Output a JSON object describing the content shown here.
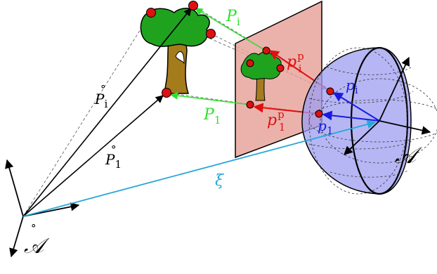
{
  "labels": {
    "P_i": {
      "main": "P",
      "sub": "i"
    },
    "P_1": {
      "main": "P",
      "sub": "1"
    },
    "p_i_p": {
      "main": "p",
      "sub": "i",
      "sup": "p"
    },
    "p_1_p": {
      "main": "p",
      "sub": "1",
      "sup": "p"
    },
    "p_i": {
      "main": "p",
      "sub": "i"
    },
    "p_1": {
      "main": "p",
      "sub": "1"
    },
    "P_ring_i": {
      "main": "P",
      "sub": "i",
      "ring": "°"
    },
    "P_ring_1": {
      "main": "P",
      "sub": "1",
      "ring": "°"
    },
    "xi": "ξ",
    "A": "𝒜",
    "A_ring": "𝒜",
    "ring": "°"
  },
  "colors": {
    "world_arrows": "#000000",
    "object_rays": "#2ee02e",
    "projected_rays": "#e01010",
    "sphere_rays": "#1a1ae0",
    "baseline": "#27a8d8",
    "image_plane": "#e8a49c",
    "sphere_fill": "#9d9df2",
    "tree_foliage": "#1fa31f",
    "tree_trunk": "#a57c1b",
    "points": "#e01010"
  },
  "icons": [
    "tree-icon",
    "mini-tree-icon",
    "hemisphere-icon"
  ]
}
